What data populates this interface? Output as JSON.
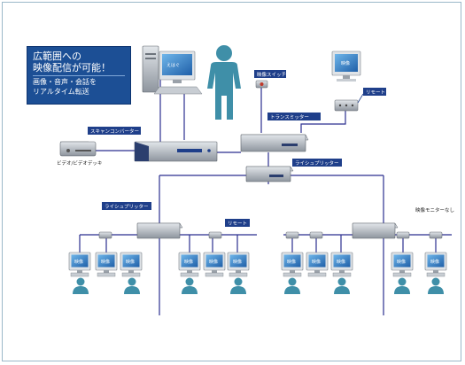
{
  "callout": {
    "line1": "広範囲への",
    "line2": "映像配信が可能！",
    "line3": "画像・音声・会話を",
    "line4": "リアルタイム転送"
  },
  "labels": {
    "scan_converter": "スキャンコンバーター",
    "video_switch": "映像スイッチ",
    "remote_top": "リモート",
    "transmitter": "トランスミッター",
    "line_splitter_main": "ライシュプリッター",
    "line_splitter_left": "ライシュプリッター",
    "remote_left": "リモート",
    "video_deck": "ビデオ/ビデオデッキ",
    "monitor_note": "映像モニターなし"
  },
  "screen_text": {
    "pc_screen": "えはぐ",
    "top_right_monitor": "映像",
    "client_monitor": "映像"
  },
  "colors": {
    "callout_bg": "#1c4f95",
    "label_bg": "#1f3f8a",
    "line": "#2b2f8f",
    "screen": "#3f8fd0",
    "person": "#3f8fa8",
    "device": "#b8bec6"
  }
}
